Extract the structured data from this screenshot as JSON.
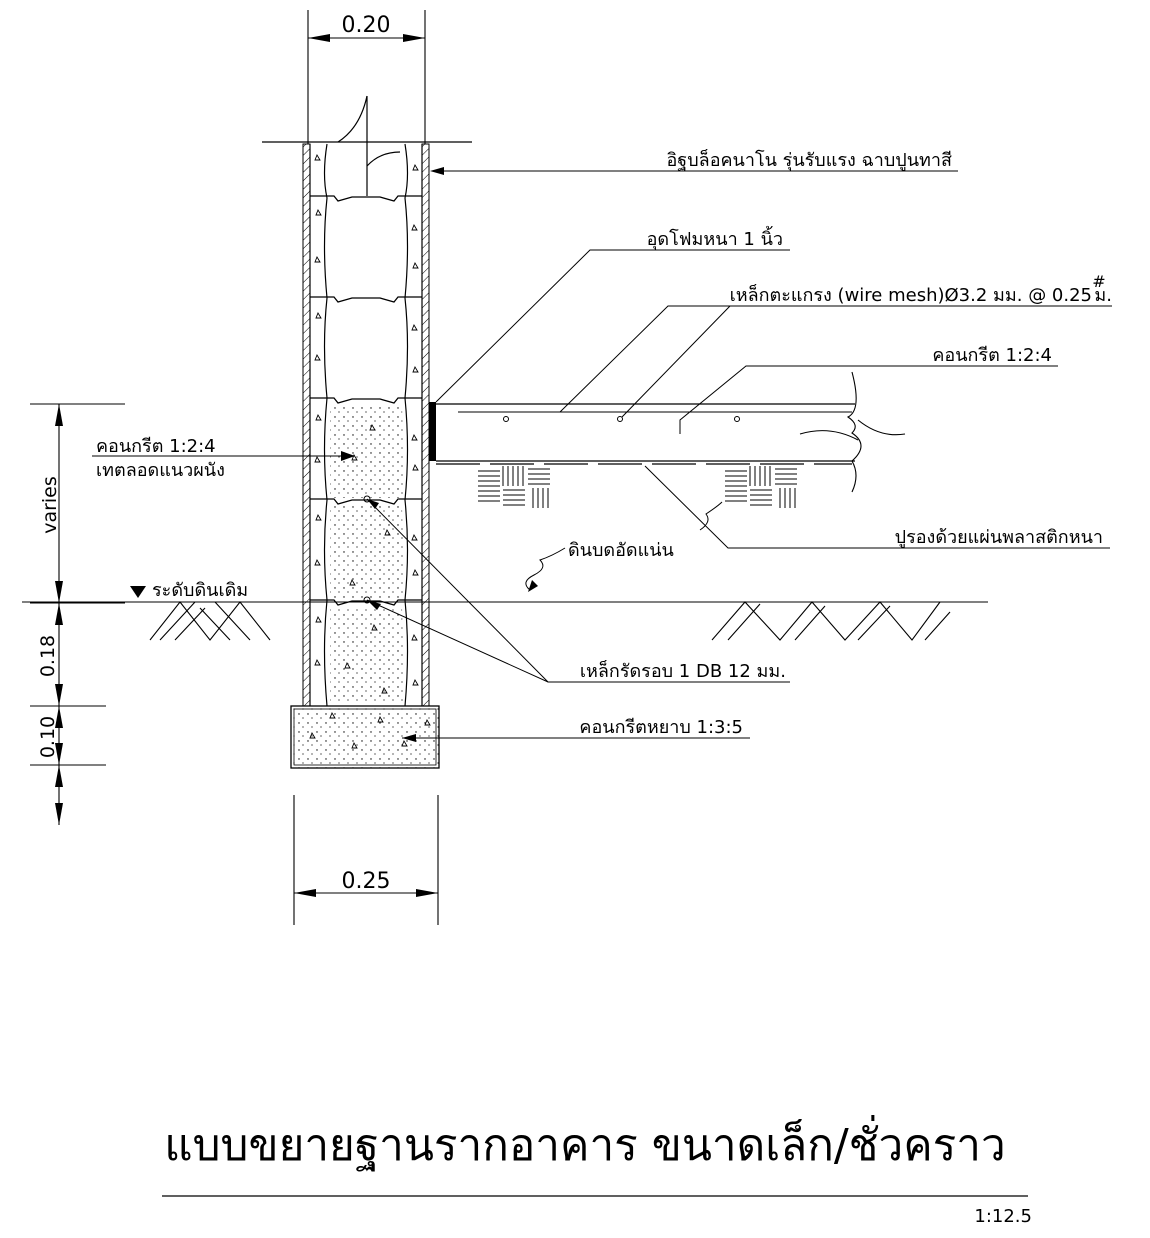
{
  "dimensions": {
    "top_width": "0.20",
    "bottom_width": "0.25",
    "varies": "varies",
    "d018": "0.18",
    "d010": "0.10"
  },
  "labels": {
    "block": "อิฐบล็อคนาโน รุ่นรับแรง ฉาบปูนทาสี",
    "foam": "อุดโฟมหนา 1 นิ้ว",
    "mesh": "เหล็กตะแกรง (wire mesh)Ø3.2 มม. @ 0.25",
    "mesh_hash": "#",
    "mesh_unit": "ม.",
    "slab_concrete": "คอนกรีต 1:2:4",
    "infill_concrete": "คอนกรีต 1:2:4",
    "infill_note": "เทตลอดแนวผนัง",
    "plastic": "ปูรองด้วยแผ่นพลาสติกหนา",
    "soil": "ดินบดอัดแน่น",
    "ground": "ระดับดินเดิม",
    "rebar": "เหล็กรัดรอบ 1  DB 12 มม.",
    "lean": "คอนกรีตหยาบ 1:3:5"
  },
  "title": "แบบขยายฐานรากอาคาร ขนาดเล็ก/ชั่วคราว",
  "scale": "1:12.5"
}
